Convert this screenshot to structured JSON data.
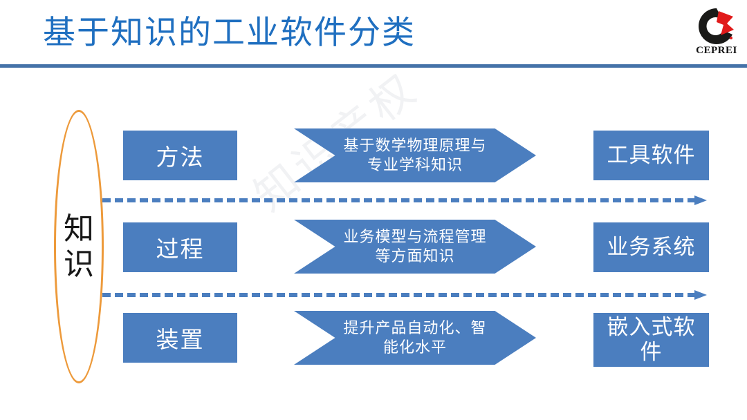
{
  "header": {
    "title": "基于知识的工业软件分类",
    "title_color": "#1F6FC0",
    "rule_color": "#4472A8"
  },
  "logo": {
    "name": "ceprei-logo",
    "text": "CEPREI",
    "ring_color": "#1A1A18",
    "accent_color": "#E11A1A"
  },
  "watermark": {
    "text": "知识产权"
  },
  "diagram": {
    "ellipse": {
      "label_chars": [
        "知",
        "识"
      ],
      "outline_color": "#ED9A3B"
    },
    "box_color": "#4B7EBF",
    "arrow_color": "#4B7EBF",
    "rows": [
      {
        "left": "方法",
        "chevron_lines": [
          "基于数学物理原理与",
          "专业学科知识"
        ],
        "right": "工具软件"
      },
      {
        "left": "过程",
        "chevron_lines": [
          "业务模型与流程管理",
          "等方面知识"
        ],
        "right": "业务系统"
      },
      {
        "left": "装置",
        "chevron_lines": [
          "提升产品自动化、智",
          "能化水平"
        ],
        "right": "嵌入式软件"
      }
    ],
    "separators": [
      {
        "name": "dashed-arrow-1"
      },
      {
        "name": "dashed-arrow-2"
      }
    ]
  }
}
